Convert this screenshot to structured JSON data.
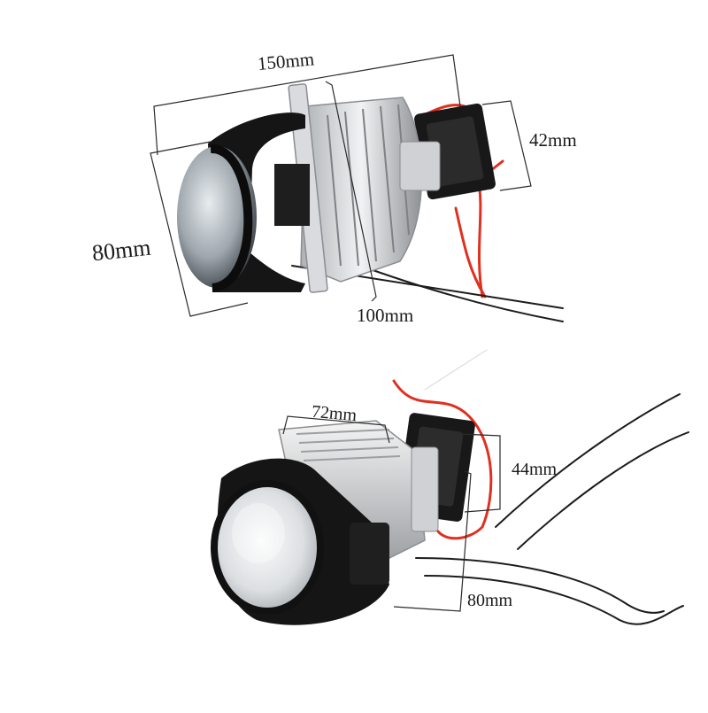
{
  "image": {
    "subject": "bi-xenon projector lens headlight module",
    "views": [
      "side-view",
      "three-quarter-view"
    ]
  },
  "dimensions": {
    "top_length": "150mm",
    "top_fan_depth": "42mm",
    "top_lens_height": "80mm",
    "top_body_height": "100mm",
    "bottom_body_width": "72mm",
    "bottom_fan_depth": "44mm",
    "bottom_lens_height": "80mm"
  },
  "colors": {
    "background": "#ffffff",
    "housing_black": "#141414",
    "heatsink_silver": "#c9cbcf",
    "wire_red": "#e0301f",
    "wire_black": "#1c1c1c",
    "dimension_line": "#2a2a2a"
  }
}
